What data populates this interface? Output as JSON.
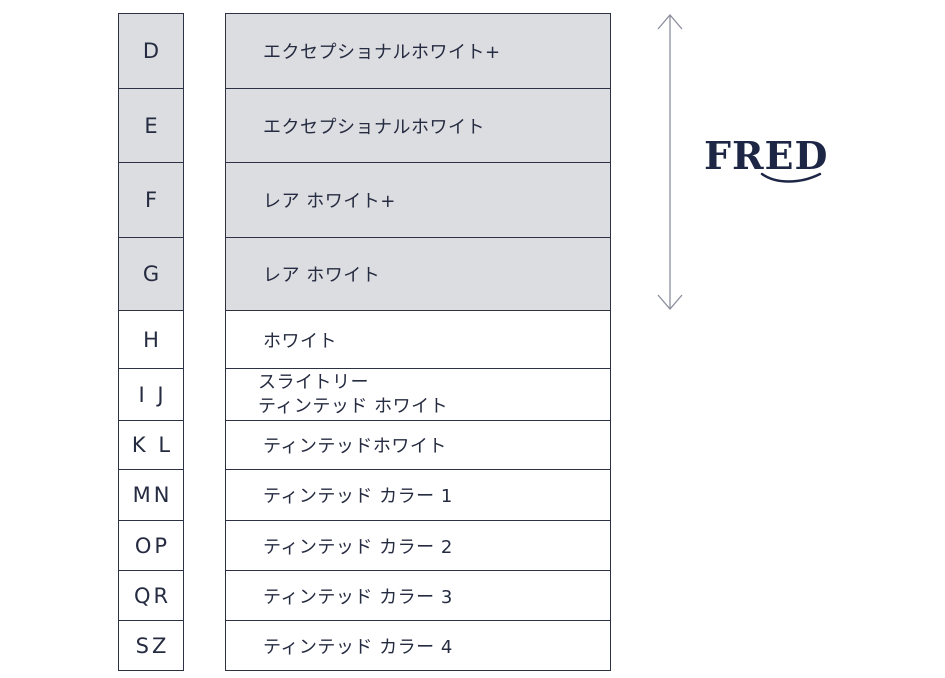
{
  "grades": [
    {
      "code": "D",
      "label": "エクセプショナルホワイト+",
      "shaded": true
    },
    {
      "code": "E",
      "label": "エクセプショナルホワイト",
      "shaded": true
    },
    {
      "code": "F",
      "label": "レア ホワイト+",
      "shaded": true
    },
    {
      "code": "G",
      "label": "レア ホワイト",
      "shaded": true
    },
    {
      "code": "H",
      "label": "ホワイト",
      "shaded": false
    },
    {
      "code": "I J",
      "label_line1": "スライトリー",
      "label_line2": "ティンテッド ホワイト",
      "shaded": false
    },
    {
      "code": "K L",
      "label": "ティンテッドホワイト",
      "shaded": false
    },
    {
      "code": "MN",
      "label": "ティンテッド カラー 1",
      "shaded": false
    },
    {
      "code": "OP",
      "label": "ティンテッド カラー 2",
      "shaded": false
    },
    {
      "code": "QR",
      "label": "ティンテッド カラー 3",
      "shaded": false
    },
    {
      "code": "SZ",
      "label": "ティンテッド カラー 4",
      "shaded": false
    }
  ],
  "brand": {
    "logo_text": "FRED",
    "range_arrow_icon": "double-headed-vertical-arrow-icon"
  },
  "colors": {
    "shaded_fill": "#dcdde1",
    "border": "#2c3144",
    "text": "#252b40",
    "logo": "#1d2645"
  }
}
